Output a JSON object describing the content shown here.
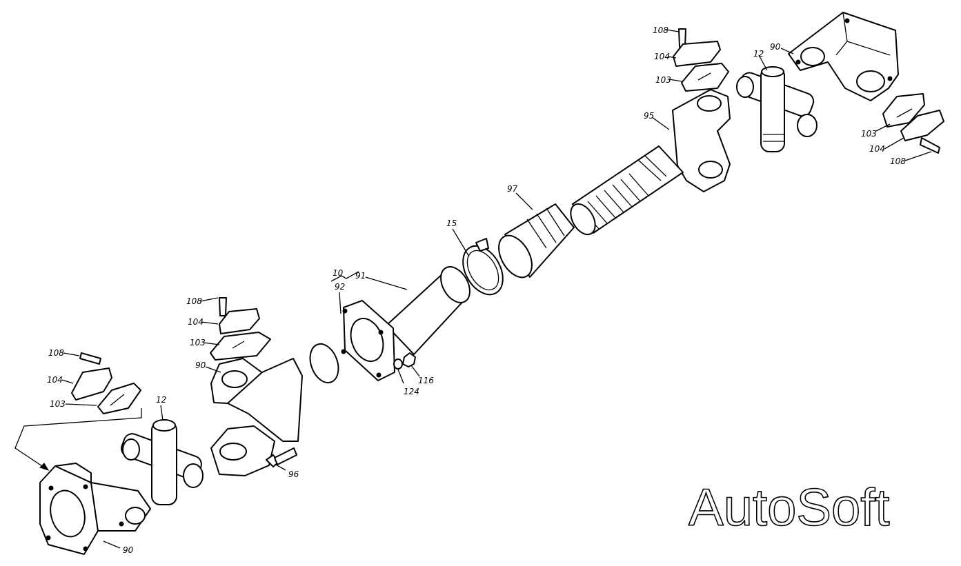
{
  "watermark": "AutoSoft",
  "labels": {
    "l108a": "108",
    "l104a": "104",
    "l103a": "103",
    "l12a": "12",
    "l90a": "90",
    "l95": "95",
    "l97": "97",
    "l15": "15",
    "l91": "91",
    "l10": "10",
    "l92": "92",
    "l124": "124",
    "l116": "116",
    "l108b": "108",
    "l104b": "104",
    "l103b": "103",
    "l90b": "90",
    "l96": "96",
    "l108c": "108",
    "l104c": "104",
    "l103c": "103",
    "l12b": "12",
    "l90c": "90",
    "l103d": "103",
    "l104d": "104",
    "l108d": "108"
  }
}
